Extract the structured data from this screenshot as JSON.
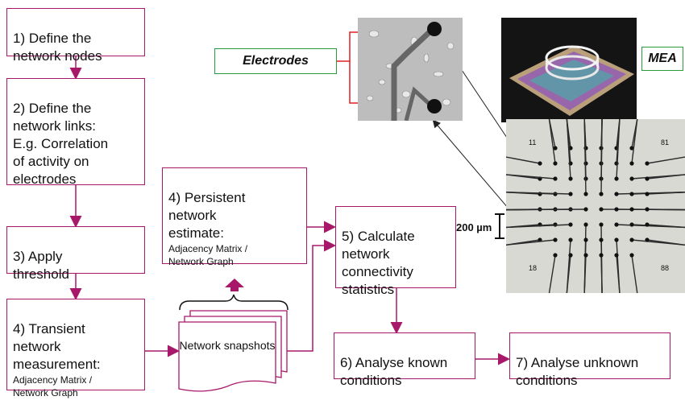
{
  "steps": {
    "s1": "1) Define the\nnetwork nodes",
    "s2": "2) Define the\nnetwork links:\nE.g. Correlation\nof activity on\nelectrodes",
    "s3": "3) Apply\nthreshold",
    "s4t_title": "4) Transient\nnetwork\nmeasurement:",
    "s4t_sub": "Adjacency Matrix /\nNetwork Graph",
    "s4p_title": "4) Persistent\nnetwork\nestimate:",
    "s4p_sub": "Adjacency Matrix /\nNetwork Graph",
    "s5": "5) Calculate\nnetwork\nconnectivity\nstatistics",
    "s6": "6) Analyse known\nconditions",
    "s7": "7) Analyse unknown\nconditions"
  },
  "snapshots_label": "Network\nsnapshots",
  "callouts": {
    "electrodes": "Electrodes",
    "mea": "MEA"
  },
  "scale_bar": "200 µm",
  "mea_corner_labels": [
    "11",
    "81",
    "18",
    "88"
  ],
  "colors": {
    "box_border": "#a8186a",
    "callout_border": "#2a9a3a",
    "red_arrow": "#e02020"
  }
}
